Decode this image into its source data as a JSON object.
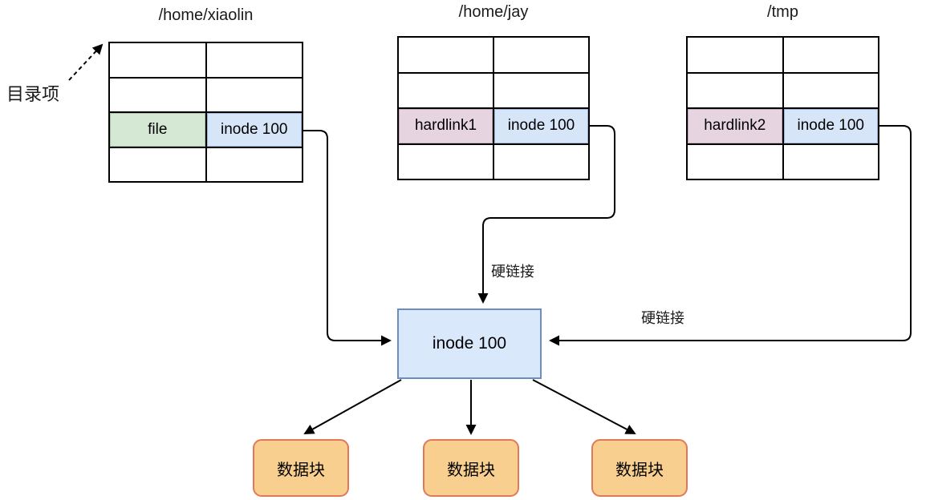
{
  "diagram": {
    "directory_entry_label": "目录项",
    "hardlink_label_top": "硬链接",
    "hardlink_label_right": "硬链接",
    "tables": [
      {
        "title": "/home/xiaolin",
        "name_cell": "file",
        "inode_cell": "inode 100"
      },
      {
        "title": "/home/jay",
        "name_cell": "hardlink1",
        "inode_cell": "inode 100"
      },
      {
        "title": "/tmp",
        "name_cell": "hardlink2",
        "inode_cell": "inode 100"
      }
    ],
    "inode_box_label": "inode 100",
    "data_blocks": [
      "数据块",
      "数据块",
      "数据块"
    ],
    "colors": {
      "file_cell_bg": "#d5e8d4",
      "hardlink_cell_bg": "#e6d5e1",
      "inode_cell_bg": "#d7e5f9",
      "inode_box_bg": "#dae8fc",
      "inode_box_border": "#6c8ebf",
      "data_block_bg": "#f8cf8e",
      "data_block_border": "#e0795a",
      "line_color": "#000000"
    }
  }
}
